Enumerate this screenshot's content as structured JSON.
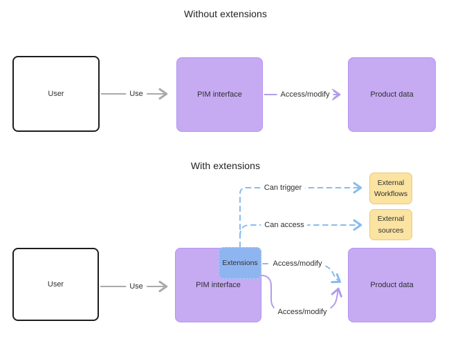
{
  "diagram": {
    "top": {
      "title": "Without extensions",
      "nodes": {
        "user": {
          "label": "User"
        },
        "pim": {
          "label": "PIM interface"
        },
        "product": {
          "label": "Product data"
        }
      },
      "edges": {
        "use": {
          "label": "Use"
        },
        "access_modify": {
          "label": "Access/modify"
        }
      }
    },
    "bottom": {
      "title": "With extensions",
      "nodes": {
        "user": {
          "label": "User"
        },
        "pim": {
          "label": "PIM interface"
        },
        "extensions": {
          "label": "Extensions"
        },
        "product": {
          "label": "Product data"
        },
        "external_workflows": {
          "label": "External Workflows"
        },
        "external_sources": {
          "label": "External sources"
        }
      },
      "edges": {
        "use": {
          "label": "Use"
        },
        "can_trigger": {
          "label": "Can trigger"
        },
        "can_access": {
          "label": "Can access"
        },
        "access_modify_extensions": {
          "label": "Access/modify"
        },
        "access_modify_pim": {
          "label": "Access/modify"
        }
      }
    },
    "colors": {
      "purple_node_fill": "#C6ABF3",
      "purple_node_border": "#B493EF",
      "purple_arrow": "#B29BEC",
      "blue_node_fill": "#8FB5F1",
      "blue_node_dash_border": "#AECDF6",
      "blue_dashed_arrow": "#8ABBEB",
      "yellow_node_fill": "#FBE3A2",
      "yellow_node_border": "#ECC977",
      "gray_arrow": "#A9A9A9",
      "user_node_border": "#1C1C1C",
      "text": "#2E2E2E",
      "background": "#FFFFFF"
    }
  }
}
